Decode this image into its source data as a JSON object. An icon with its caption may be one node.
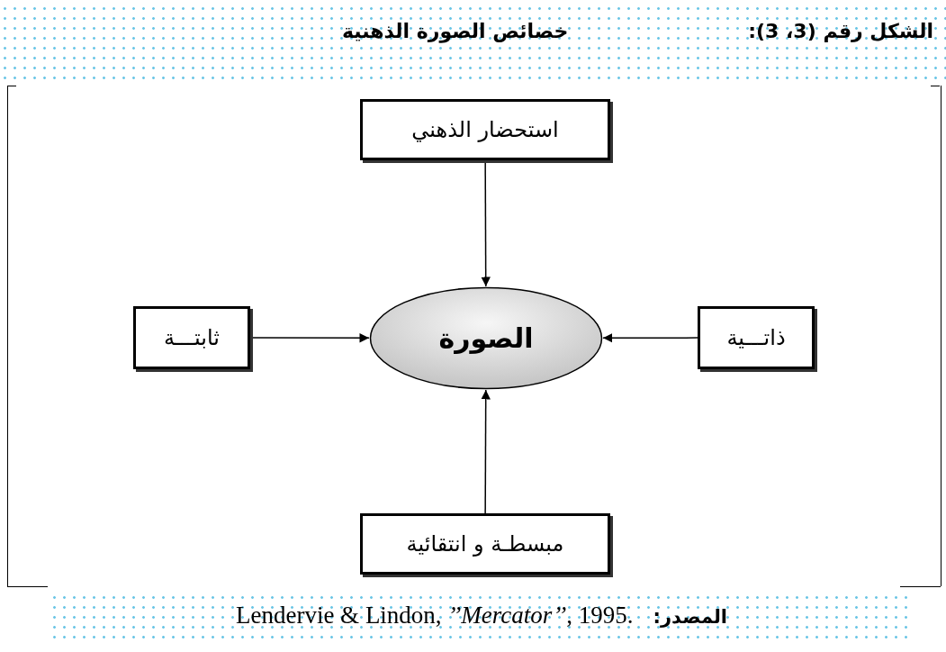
{
  "diagram": {
    "title": "خصائص الصورة الذهنية",
    "caption": "Lendervie & Lindon, *’’Mercator’’*, 1995.",
    "labels": [
      "الشكل رقم (3، 3):",
      "المصدر:"
    ],
    "nodes": [
      {
        "text": [
          "استحضار الذهني"
        ]
      },
      {
        "text": [
          "ثابتـــة"
        ]
      },
      {
        "text": [
          "الصورة"
        ]
      },
      {
        "text": [
          "ذاتـــية"
        ]
      },
      {
        "text": [
          "مبسطـة و انتقائية"
        ]
      }
    ],
    "edges": [
      {
        "from": 0,
        "to": 2,
        "arrow": "to"
      },
      {
        "from": 1,
        "to": 2,
        "arrow": "to"
      },
      {
        "from": 3,
        "to": 2,
        "arrow": "to"
      },
      {
        "from": 4,
        "to": 2,
        "arrow": "to"
      }
    ]
  }
}
